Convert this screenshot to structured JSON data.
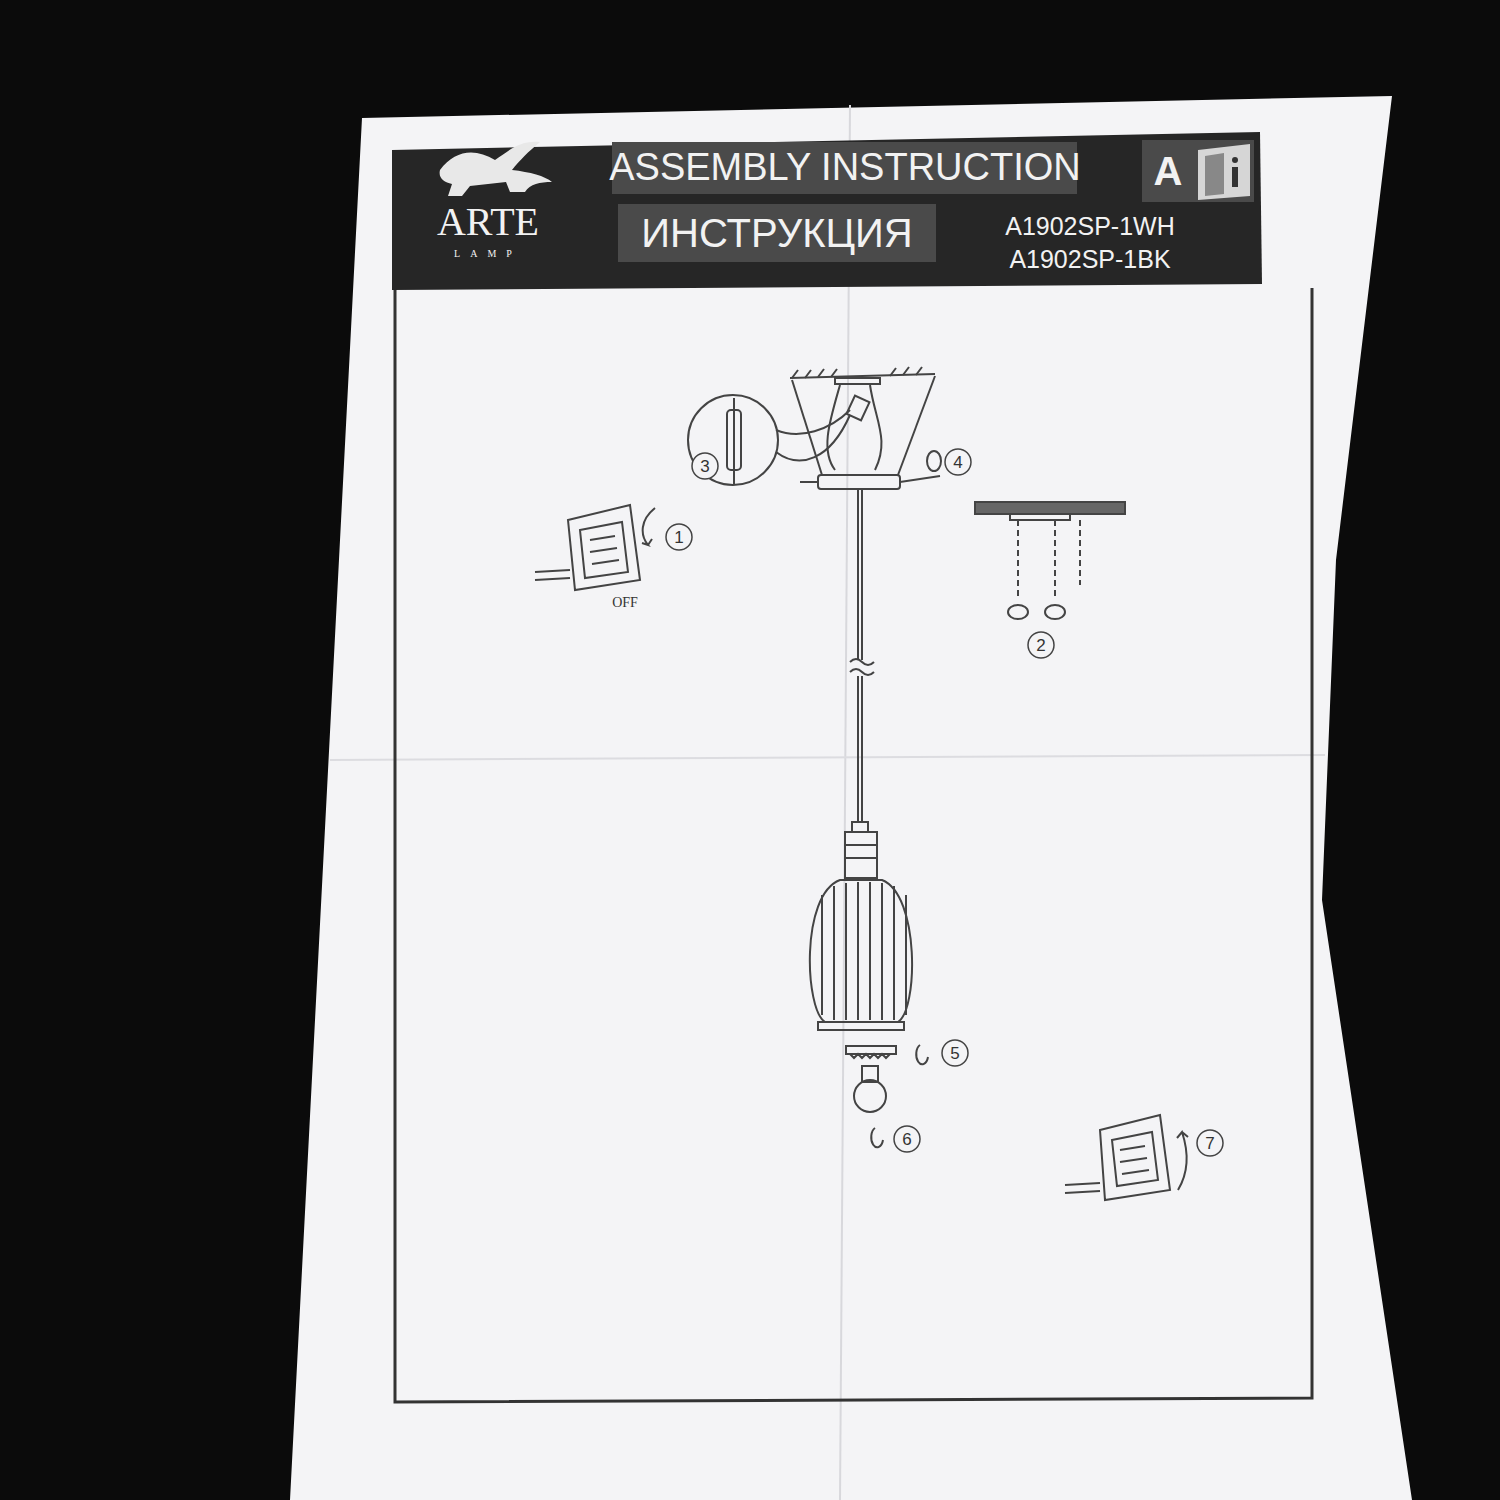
{
  "diagram": {
    "title": "ASSEMBLY INSTRUCTION",
    "labels": [
      "ИНСТРУКЦИЯ",
      "A",
      "A1902SP-1WH",
      "A1902SP-1BK",
      "ARTE",
      "LAMP",
      "3",
      "4",
      "1",
      "OFF",
      "2",
      "5",
      "6",
      "7"
    ]
  }
}
